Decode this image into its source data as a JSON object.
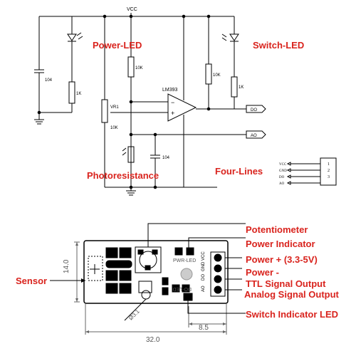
{
  "schematic": {
    "vcc": "VCC",
    "resistor_10k_a": "10K",
    "resistor_10k_b": "10K",
    "resistor_1k_a": "1K",
    "resistor_1k_b": "1K",
    "pot_name": "VR1",
    "pot_value": "10K",
    "cap_left": "104",
    "cap_mid": "104",
    "comparator": "LM393",
    "out_do": "DO",
    "out_ao": "AO",
    "minus_sign": "−",
    "plus_sign": "+",
    "label_power_led": "Power-LED",
    "label_switch_led": "Switch-LED",
    "label_photoresistance": "Photoresistance",
    "label_four_lines": "Four-Lines",
    "connector_pins": [
      {
        "name": "VCC",
        "num": "1"
      },
      {
        "name": "GND",
        "num": "2"
      },
      {
        "name": "DO",
        "num": "3"
      },
      {
        "name": "AO",
        "num": ""
      }
    ]
  },
  "board": {
    "dim_height": "14.0",
    "dim_width": "32.0",
    "dim_offset": "8.5",
    "hole": "Ø3.1",
    "silk_pwr_led": "PWR-LED",
    "silk_do_led": "DO-LED",
    "pin_labels": [
      "VCC",
      "GND",
      "DO",
      "AO"
    ],
    "callouts": {
      "potentiometer": "Potentiometer",
      "power_indicator": "Power Indicator",
      "power_plus": "Power + (3.3-5V)",
      "power_minus": "Power -",
      "ttl_output": "TTL Signal Output",
      "analog_output": "Analog Signal Output",
      "switch_led": "Switch Indicator LED",
      "sensor": "Sensor"
    }
  },
  "colors": {
    "accent": "#d9231d",
    "line": "#000000"
  }
}
